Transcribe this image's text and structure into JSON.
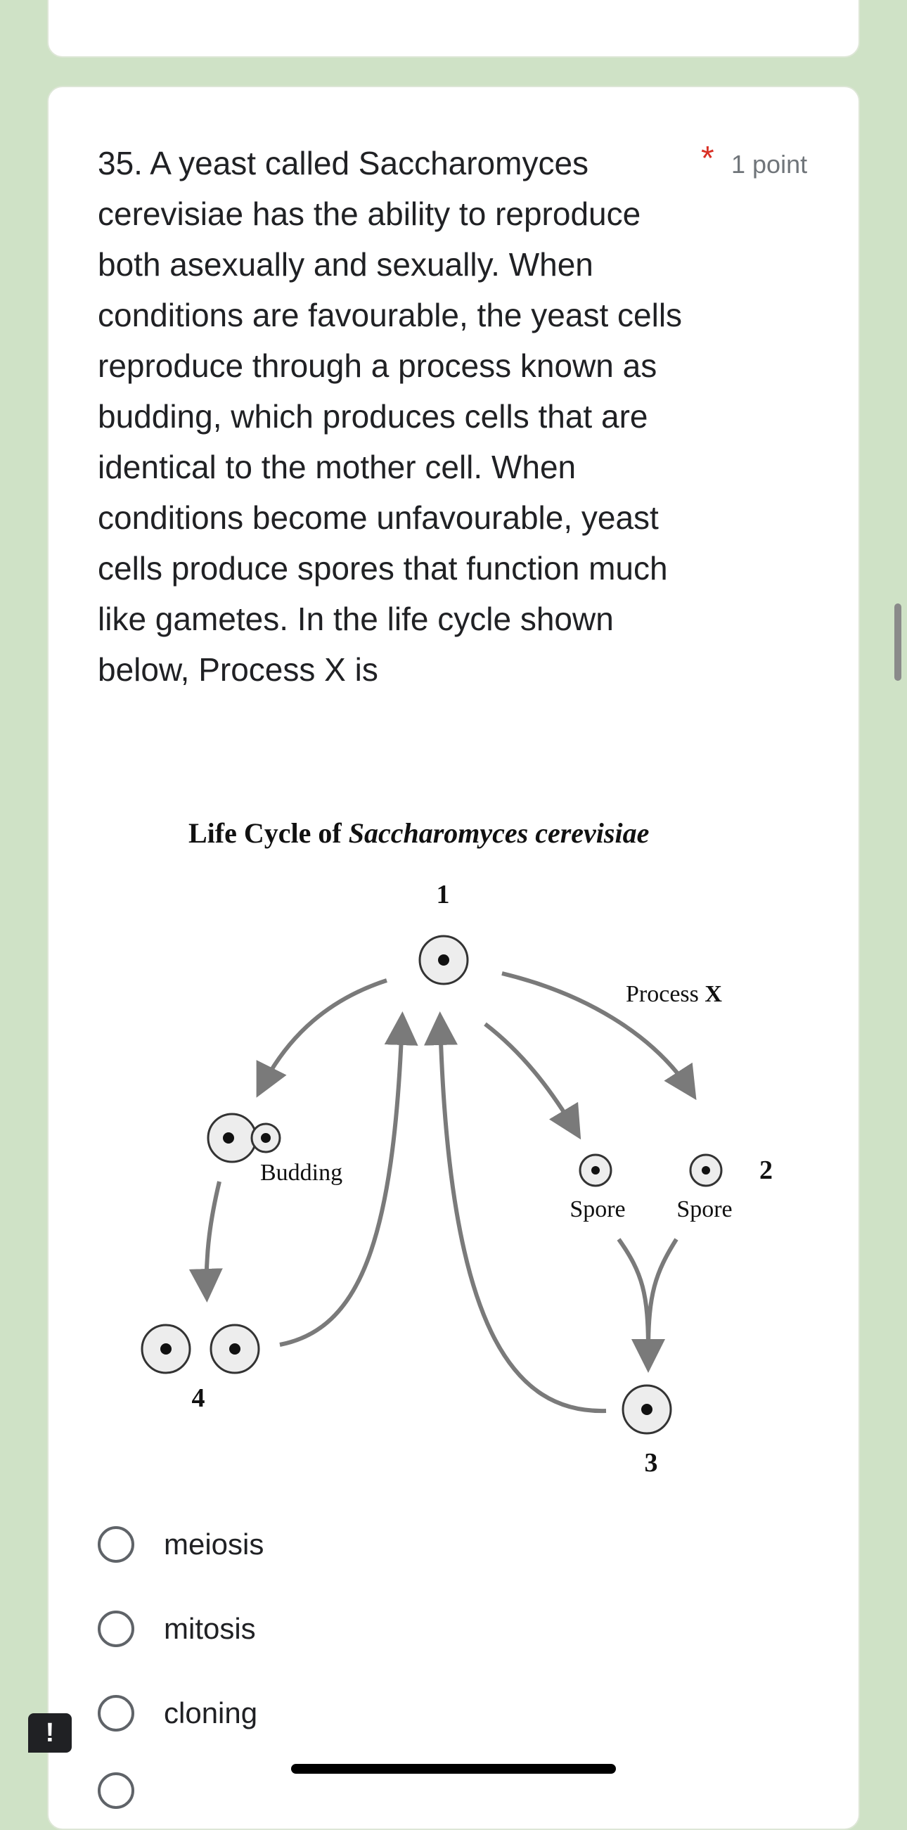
{
  "question": {
    "text": "35. A yeast called Saccharomyces cerevisiae has the ability to reproduce both asexually and sexually. When conditions are favourable, the yeast cells reproduce through a process known as budding, which produces cells that are identical to the mother cell. When conditions become unfavourable, yeast cells produce spores that function much like gametes. In the life cycle shown below, Process X is",
    "required_mark": "*",
    "points": "1 point"
  },
  "diagram": {
    "title_plain": "Life Cycle of ",
    "title_italic": "Saccharomyces cerevisiae",
    "label_1": "1",
    "label_2": "2",
    "label_3": "3",
    "label_4": "4",
    "process_x_plain": "Process ",
    "process_x_bold": "X",
    "budding": "Budding",
    "spore_left": "Spore",
    "spore_right": "Spore"
  },
  "options": [
    {
      "label": "meiosis"
    },
    {
      "label": "mitosis"
    },
    {
      "label": "cloning"
    }
  ],
  "report_icon": "exclamation-icon",
  "colors": {
    "background": "#cfe2c6",
    "required": "#d93025",
    "arrow": "#7a7a7a"
  }
}
